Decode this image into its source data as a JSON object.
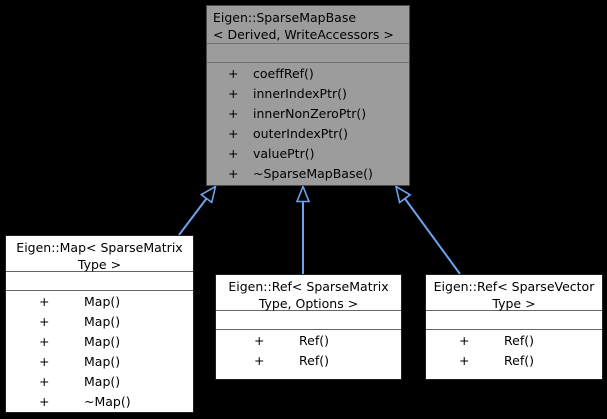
{
  "colors": {
    "background": "#000000",
    "arrow": "#6BA3EC",
    "base_box_fill": "#9C9C9C",
    "base_box_border": "#4D4D4D",
    "base_box_separator": "#707070",
    "derived_box_fill": "#FFFFFF",
    "derived_box_border": "#1F1F1F",
    "derived_box_separator": "#666666",
    "text": "#000000"
  },
  "base_class": {
    "title_line1": "Eigen::SparseMapBase",
    "title_line2": "< Derived, WriteAccessors >",
    "members": [
      {
        "visibility": "+",
        "signature": "coeffRef()"
      },
      {
        "visibility": "+",
        "signature": "innerIndexPtr()"
      },
      {
        "visibility": "+",
        "signature": "innerNonZeroPtr()"
      },
      {
        "visibility": "+",
        "signature": "outerIndexPtr()"
      },
      {
        "visibility": "+",
        "signature": "valuePtr()"
      },
      {
        "visibility": "+",
        "signature": "~SparseMapBase()"
      }
    ]
  },
  "derived_classes": [
    {
      "title_line1": "Eigen::Map< SparseMatrix",
      "title_line2": "Type >",
      "members": [
        {
          "visibility": "+",
          "signature": "Map()"
        },
        {
          "visibility": "+",
          "signature": "Map()"
        },
        {
          "visibility": "+",
          "signature": "Map()"
        },
        {
          "visibility": "+",
          "signature": "Map()"
        },
        {
          "visibility": "+",
          "signature": "Map()"
        },
        {
          "visibility": "+",
          "signature": "~Map()"
        }
      ]
    },
    {
      "title_line1": "Eigen::Ref< SparseMatrix",
      "title_line2": "Type, Options >",
      "members": [
        {
          "visibility": "+",
          "signature": "Ref()"
        },
        {
          "visibility": "+",
          "signature": "Ref()"
        }
      ]
    },
    {
      "title_line1": "Eigen::Ref< SparseVector",
      "title_line2": "Type >",
      "members": [
        {
          "visibility": "+",
          "signature": "Ref()"
        },
        {
          "visibility": "+",
          "signature": "Ref()"
        }
      ]
    }
  ],
  "relations": [
    {
      "derived": "Eigen::Map< SparseMatrixType >",
      "base": "Eigen::SparseMapBase< Derived, WriteAccessors >",
      "type": "public-inheritance"
    },
    {
      "derived": "Eigen::Ref< SparseMatrixType, Options >",
      "base": "Eigen::SparseMapBase< Derived, WriteAccessors >",
      "type": "public-inheritance"
    },
    {
      "derived": "Eigen::Ref< SparseVectorType >",
      "base": "Eigen::SparseMapBase< Derived, WriteAccessors >",
      "type": "public-inheritance"
    }
  ]
}
